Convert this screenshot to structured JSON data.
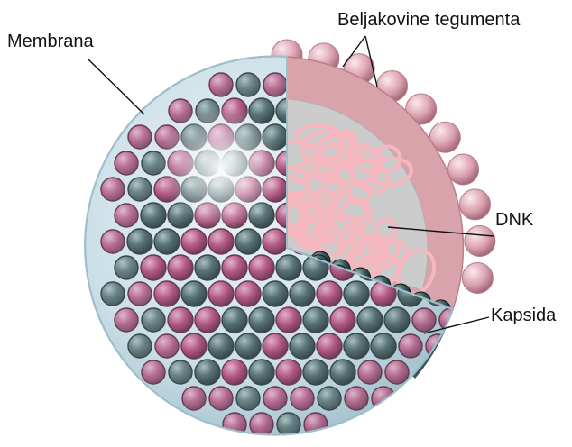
{
  "labels": {
    "membrane": "Membrana",
    "tegument_proteins": "Beljakovine tegumenta",
    "dna": "DNK",
    "capsid": "Kapsida"
  },
  "colors": {
    "membrane_fill": "#cfe1e8",
    "membrane_edge": "#8fb3c0",
    "capsomer_dark": "#2f4a4c",
    "capsomer_magenta": "#a63a6a",
    "tegument_fill": "#d9a3ac",
    "tegument_bead": "#e8b9c2",
    "inner_gray": "#c9c9c9",
    "dna_strand": "#f5b8bf",
    "leader_line": "#111111"
  }
}
